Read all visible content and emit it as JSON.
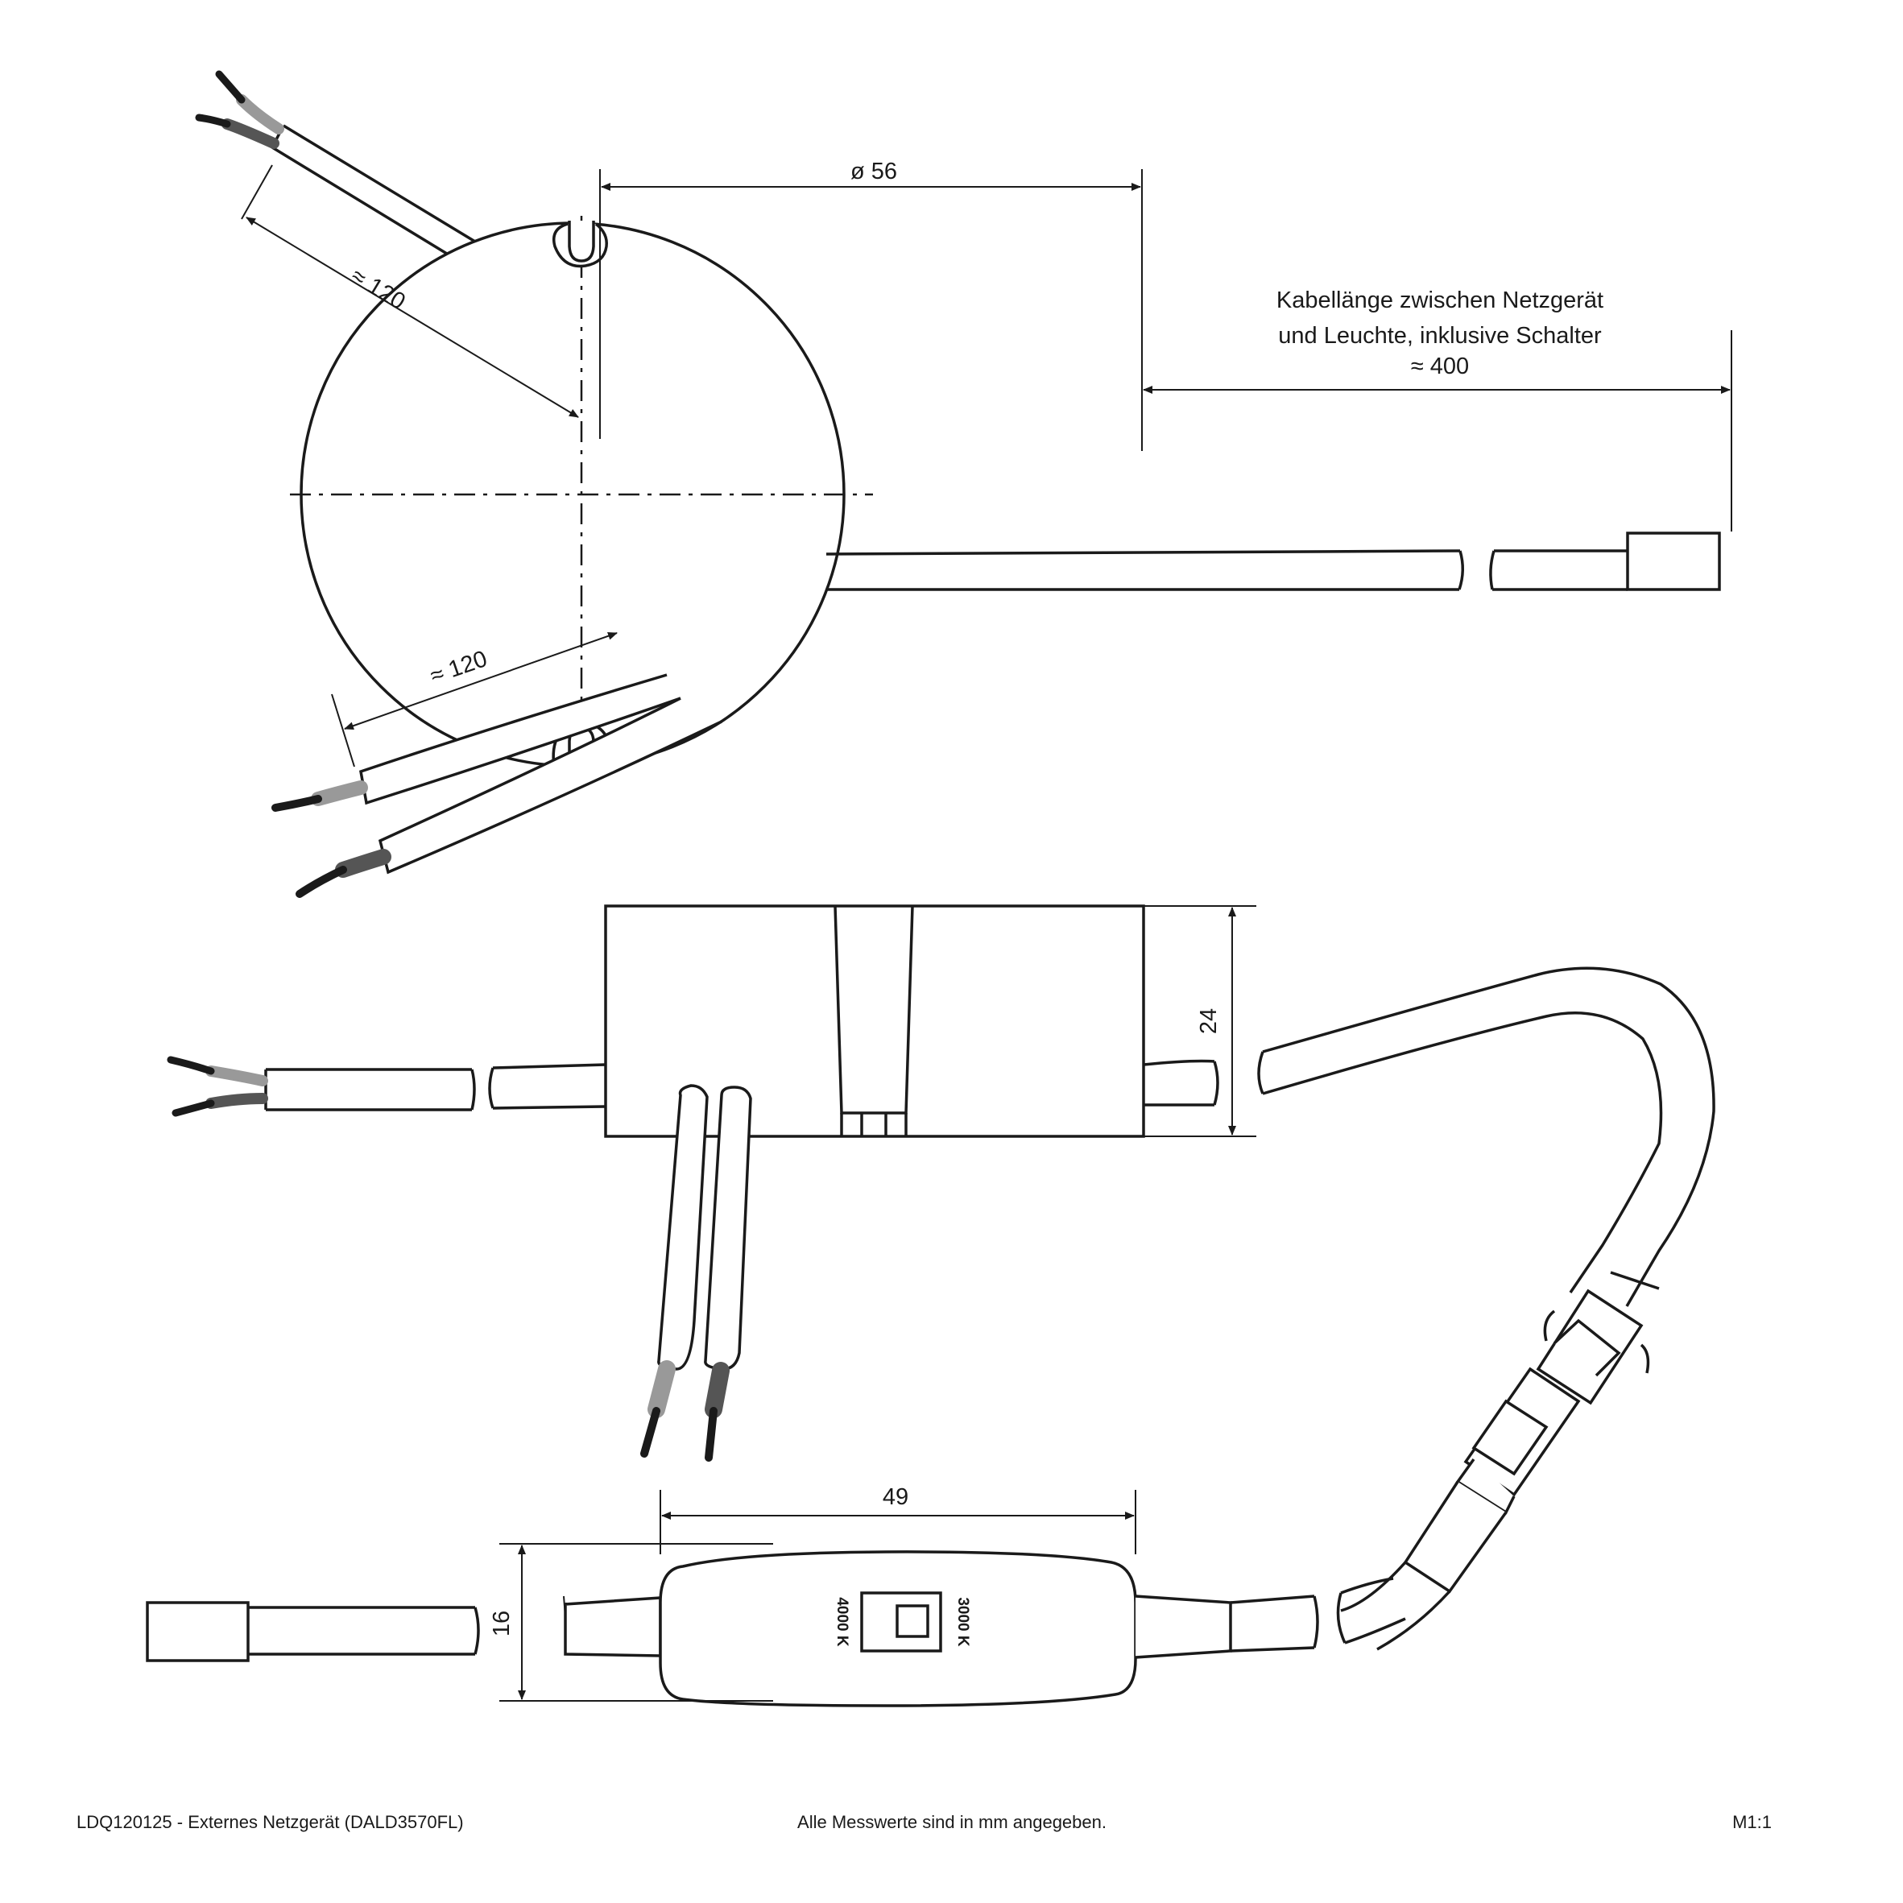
{
  "dimensions": {
    "diameter": "ø 56",
    "cable_upper": "≈ 120",
    "cable_lower": "≈ 120",
    "cable_total": "≈ 400",
    "height": "24",
    "switch_length": "49",
    "switch_height": "16"
  },
  "note": {
    "line1": "Kabellänge zwischen Netzgerät",
    "line2": "und Leuchte, inklusive Schalter"
  },
  "switch": {
    "label_left": "4000 K",
    "label_right": "3000 K"
  },
  "footer": {
    "product": "LDQ120125 - Externes Netzgerät (DALD3570FL)",
    "units_note": "Alle Messwerte sind in mm angegeben.",
    "scale": "M1:1"
  }
}
